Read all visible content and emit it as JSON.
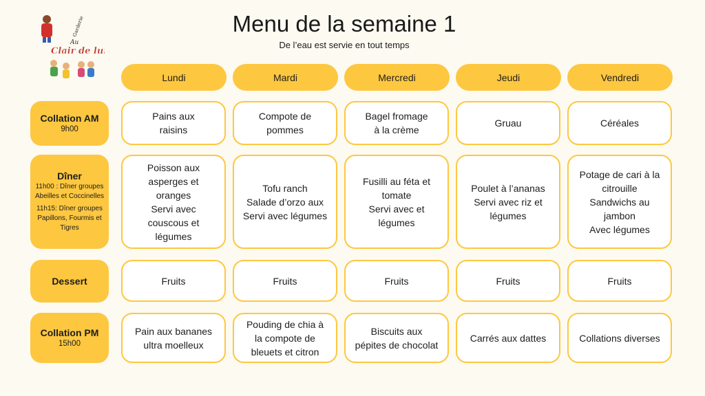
{
  "header": {
    "title": "Menu de la semaine 1",
    "subtitle": "De l’eau est servie en tout temps"
  },
  "logo": {
    "top_text": "Garderie",
    "mid_text": "Au",
    "main_text": "Clair de lune"
  },
  "days": [
    "Lundi",
    "Mardi",
    "Mercredi",
    "Jeudi",
    "Vendredi"
  ],
  "rows": [
    {
      "label": "Collation AM",
      "sub": "9h00",
      "cells": [
        "Pains aux\nraisins",
        "Compote de\npommes",
        "Bagel fromage\nà la crème",
        "Gruau",
        "Céréales"
      ]
    },
    {
      "label": "Dîner",
      "notes": [
        "11h00 : Dîner groupes Abeilles et Coccinelles",
        "11h15: Dîner groupes Papillons, Fourmis et Tigres"
      ],
      "cells": [
        "Poisson aux\nasperges et\noranges\nServi avec\ncouscous et\nlégumes",
        "Tofu ranch\nSalade d’orzo aux\nServi avec légumes",
        "Fusilli au féta et\ntomate\nServi avec et\nlégumes",
        "Poulet à l’ananas\nServi avec riz et\nlégumes",
        "Potage de cari à la\ncitrouille\nSandwichs au\njambon\nAvec légumes"
      ]
    },
    {
      "label": "Dessert",
      "cells": [
        "Fruits",
        "Fruits",
        "Fruits",
        "Fruits",
        "Fruits"
      ]
    },
    {
      "label": "Collation PM",
      "sub": "15h00",
      "cells": [
        "Pain aux bananes\nultra moelleux",
        "Pouding de chia à\nla compote de\nbleuets et citron",
        "Biscuits aux\npépites de chocolat",
        "Carrés aux dattes",
        "Collations diverses"
      ]
    }
  ],
  "colors": {
    "accent": "#fdc740",
    "background": "#fcfaf1",
    "cell_background": "#ffffff"
  }
}
